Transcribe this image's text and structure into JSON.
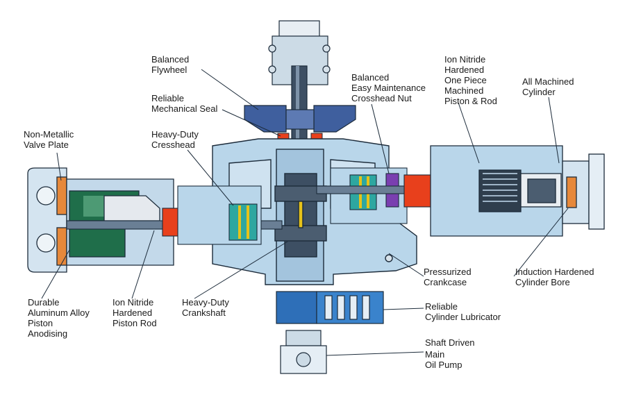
{
  "labels": {
    "balanced_flywheel": [
      "Balanced",
      "Flywheel"
    ],
    "mechanical_seal": [
      "Reliable",
      "Mechanical Seal"
    ],
    "crosshead_nut": [
      "Balanced",
      "Easy Maintenance",
      "Crosshead Nut"
    ],
    "piston_rod_top": [
      "Ion Nitride",
      "Hardened",
      "One Piece",
      "Machined",
      "Piston & Rod"
    ],
    "machined_cylinder": [
      "All Machined",
      "Cylinder"
    ],
    "valve_plate": [
      "Non-Metallic",
      "Valve Plate"
    ],
    "crosshead": [
      "Heavy-Duty",
      "Cresshead"
    ],
    "crankcase": [
      "Pressurized",
      "Crankcase"
    ],
    "cylinder_bore": [
      "Induction Hardened",
      "Cylinder Bore"
    ],
    "aluminum_piston": [
      "Durable",
      "Aluminum Alloy",
      "Piston",
      "Anodising"
    ],
    "piston_rod_bottom": [
      "Ion Nitride",
      "Hardened",
      "Piston Rod"
    ],
    "crankshaft": [
      "Heavy-Duty",
      "Crankshaft"
    ],
    "lubricator": [
      "Reliable",
      "Cylinder Lubricator"
    ],
    "oil_pump": [
      "Shaft Driven",
      "Main",
      "Oil Pump"
    ]
  },
  "colors": {
    "casing": "#b9d6ea",
    "casing_dark": "#8fb6d2",
    "outline": "#1c2b3a",
    "shaft": "#3d4f63",
    "flywheel": "#3f5f9e",
    "piston_green": "#1f6e4a",
    "seal_red": "#e8401c",
    "crosshead_purple": "#7a3fb0",
    "lubricator_blue": "#2e6fb8",
    "crosshead_yellow": "#e6c21a"
  }
}
